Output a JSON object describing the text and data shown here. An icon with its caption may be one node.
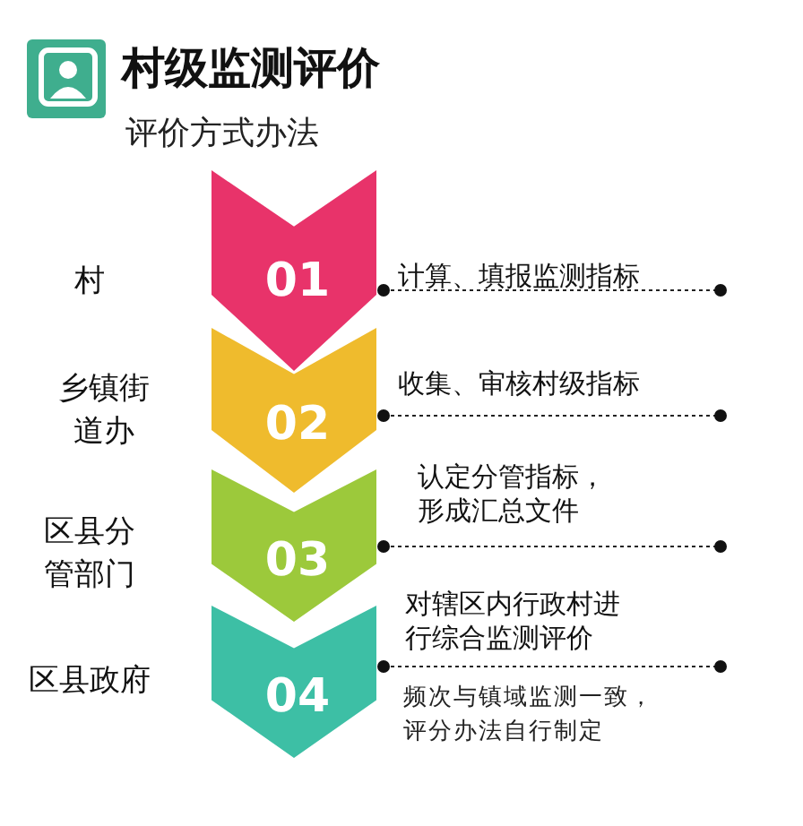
{
  "diagram": {
    "title": "村级监测评价",
    "nodes": [
      {
        "text": [
          "01"
        ],
        "beside": [
          "村",
          "计算、填报监测指标"
        ]
      },
      {
        "text": [
          "02"
        ],
        "beside": [
          "乡镇街道办",
          "收集、审核村级指标"
        ]
      },
      {
        "text": [
          "03"
        ],
        "beside": [
          "区县分管部门",
          "认定分管指标，形成汇总文件"
        ]
      },
      {
        "text": [
          "04"
        ],
        "beside": [
          "区县政府",
          "对辖区内行政村进行综合监测评价",
          "频次与镇域监测一致，评分办法自行制定"
        ]
      }
    ],
    "labels": [
      "评价方式办法"
    ]
  }
}
